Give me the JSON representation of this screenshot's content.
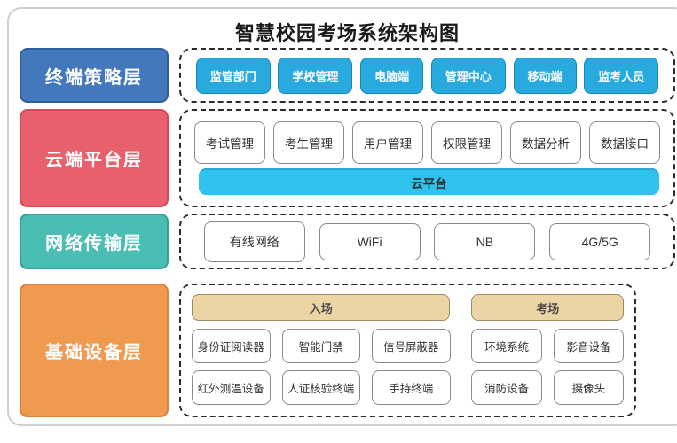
{
  "title": "智慧校园考场系统架构图",
  "colors": {
    "outer_border": "#cfcfcf",
    "dash_border": "#2b2b2b",
    "box_border": "#8a8a8a",
    "layer1_bg": "#4478bd",
    "layer1_border": "#2e5f9d",
    "item1_bg": "#29aadf",
    "item1_border": "#1787bd",
    "layer2_bg": "#e7606c",
    "layer2_border": "#d04a57",
    "bar_bg": "#2fc2ec",
    "bar_border": "#25a9d6",
    "layer3_bg": "#4abeb3",
    "layer3_border": "#35a096",
    "layer4_bg": "#f09a4f",
    "layer4_border": "#d9823b",
    "tan_bg": "#ebd5a4",
    "tan_border": "#9c8a60"
  },
  "layers": [
    {
      "id": "terminal-strategy",
      "label": "终端策略层",
      "items": [
        "监管部门",
        "学校管理",
        "电脑端",
        "管理中心",
        "移动端",
        "监考人员"
      ]
    },
    {
      "id": "cloud-platform",
      "label": "云端平台层",
      "items": [
        "考试管理",
        "考生管理",
        "用户管理",
        "权限管理",
        "数据分析",
        "数据接口"
      ],
      "platform_bar": "云平台"
    },
    {
      "id": "network-transport",
      "label": "网络传输层",
      "items": [
        "有线网络",
        "WiFi",
        "NB",
        "4G/5G"
      ]
    },
    {
      "id": "basic-devices",
      "label": "基础设备层",
      "groups": [
        {
          "header": "入场",
          "rows": [
            [
              "身份证阅读器",
              "智能门禁",
              "信号屏蔽器"
            ],
            [
              "红外测温设备",
              "人证核验终端",
              "手持终端"
            ]
          ]
        },
        {
          "header": "考场",
          "rows": [
            [
              "环境系统",
              "影音设备"
            ],
            [
              "消防设备",
              "摄像头"
            ]
          ]
        }
      ]
    }
  ]
}
